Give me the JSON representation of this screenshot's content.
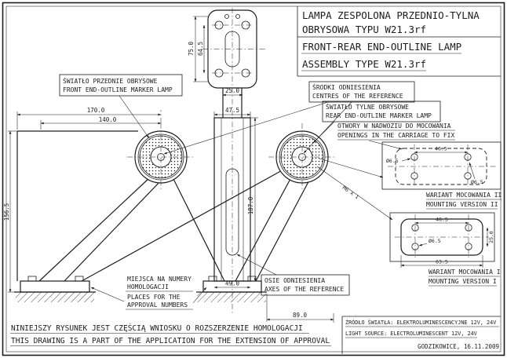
{
  "drawing": {
    "colors": {
      "ink": "#1d1d1d",
      "paper": "#ffffff"
    },
    "title": {
      "pl1": "LAMPA ZESPOLONA PRZEDNIO-TYLNA",
      "pl2": "OBRYSOWA TYPU W21.3rf",
      "en1": "FRONT-REAR END-OUTLINE LAMP",
      "en2": "ASSEMBLY TYPE W21.3rf"
    },
    "labels": {
      "front_lamp": {
        "pl": "ŚWIATŁO PRZEDNIE OBRYSOWE",
        "en": "FRONT END-OUTLINE MARKER LAMP"
      },
      "reference_centres": {
        "pl": "ŚRODKI ODNIESIENIA",
        "en": "CENTRES OF THE REFERENCE"
      },
      "rear_lamp": {
        "pl": "ŚWIATŁO TYLNE OBRYSOWE",
        "en": "REAR END-OUTLINE MARKER LAMP"
      },
      "openings": {
        "pl": "OTWORY W NADWOZIU DO MOCOWANIA",
        "en": "OPENINGS IN THE CARRIAGE TO FIX"
      },
      "mounting_variant_2": {
        "pl": "WARIANT MOCOWANIA II",
        "en": "MOUNTING VERSION II"
      },
      "mounting_variant_1": {
        "pl": "WARIANT MOCOWANIA I",
        "en": "MOUNTING VERSION I"
      },
      "approval_places": {
        "pl1": "MIEJSCA NA NUMERY",
        "pl2": "HOMOLOGACJI",
        "en1": "PLACES FOR THE",
        "en2": "APPROVAL NUMBERS"
      },
      "reference_axes": {
        "pl": "OSIE ODNIESIENIA",
        "en": "AXES OF THE REFERENCE"
      },
      "screw_note": "M6 x 1"
    },
    "dims": {
      "d170": "170.0",
      "d140": "140.0",
      "d47_5": "47.5",
      "d25_plate": "25.0",
      "d75": "75.0",
      "d64_5": "64.5",
      "d156_5": "156.5",
      "d187": "187.0",
      "d49": "49.0",
      "d89": "89.0",
      "v2_46_5": "46.5",
      "v2_hole_a": "Ø6.5",
      "v2_hole_b": "Ø6.5",
      "v1_46_5": "46.5",
      "v1_hole": "Ø6.5",
      "v1_63_5": "63.5",
      "v1_25": "25.0"
    },
    "notes": {
      "pl": "NINIEJSZY RYSUNEK JEST CZĘŚCIĄ WNIOSKU O ROZSZERZENIE HOMOLOGACJI",
      "en": "THIS DRAWING IS A PART OF THE APPLICATION FOR THE EXTENSION OF APPROVAL"
    },
    "source": {
      "pl": "ŹRÓDŁO ŚWIATŁA: ELEKTROLUMINESCENCYJNE 12V, 24V",
      "en": "LIGHT SOURCE: ELECTROLUMINESCENT 12V, 24V",
      "place_date": "GODZIKOWICE, 16.11.2009"
    }
  }
}
